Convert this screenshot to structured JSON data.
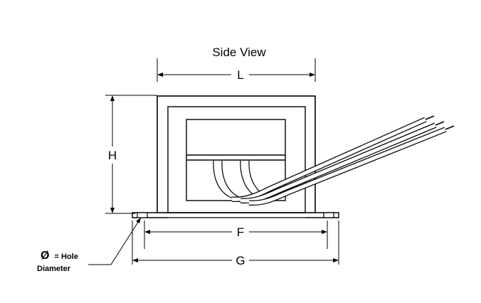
{
  "title": "Side View",
  "dimensions": {
    "L": "L",
    "H": "H",
    "F": "F",
    "G": "G"
  },
  "hole_note": {
    "symbol": "Ø",
    "line1_rest": "= Hole",
    "line2": "Diameter"
  },
  "colors": {
    "line": "#000000",
    "background": "#ffffff",
    "lead_fill": "#ffffff"
  }
}
